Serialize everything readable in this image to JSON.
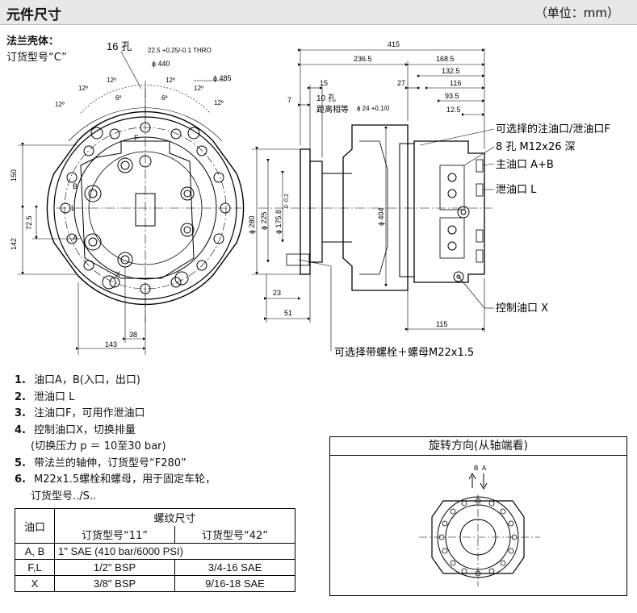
{
  "header": {
    "title": "元件尺寸",
    "unit": "（单位：mm）"
  },
  "section": {
    "title": "法兰壳体：",
    "order_type": "订货型号“C”"
  },
  "front_view": {
    "holes": "16 孔",
    "hole_dia": "22.5 +0.25/-0.1 THRO",
    "pcd": "ɸ 440",
    "outer_dia": "ɸ 485",
    "angle_12": "12º",
    "angle_6": "6º",
    "dim_150": "150",
    "dim_142": "142",
    "dim_72_5": "72.5",
    "dim_38": "38",
    "dim_143": "143",
    "label_f": "F",
    "label_b": "B",
    "label_l": "L",
    "label_a": "A",
    "label_x": "X"
  },
  "side_view": {
    "d415": "415",
    "d236_5": "236.5",
    "d168_5": "168.5",
    "d132_5": "132.5",
    "d116": "116",
    "d93_5": "93.5",
    "d12_5": "12.5",
    "d27": "27",
    "d15": "15",
    "d7": "7",
    "holes10": "10 孔",
    "equal_spacing": "距离相等",
    "d24": "ɸ 24 +0.1/0",
    "d280": "ɸ 280",
    "d225": "ɸ 225",
    "d175": "ɸ 175.8",
    "tol": "0 -0.2",
    "d404": "ɸ 404",
    "d23": "23",
    "d51": "51",
    "d115": "115"
  },
  "callouts": {
    "fill_drain": "可选择的注油口/泄油口F",
    "m12": "8 孔 M12x26 深",
    "main_port": "主油口 A+B",
    "drain_l": "泄油口 L",
    "control_x": "控制油口 X",
    "bolt_nut": "可选择带螺栓＋螺母M22x1.5"
  },
  "notes": [
    {
      "num": "1.",
      "text": "油口A，B(入口，出口)"
    },
    {
      "num": "2.",
      "text": "泄油口 L"
    },
    {
      "num": "3.",
      "text": "注油口F，可用作泄油口"
    },
    {
      "num": "4.",
      "text": "控制油口X，切换排量"
    },
    {
      "num": "",
      "text": "(切换压力 p ＝ 10至30 bar)"
    },
    {
      "num": "5.",
      "text": "带法兰的轴伸，订货型号“F280”"
    },
    {
      "num": "6.",
      "text": "M22x1.5螺栓和螺母，用于固定车轮，"
    },
    {
      "num": "",
      "text": "订货型号../S.."
    }
  ],
  "table": {
    "port_header": "油口",
    "thread_header": "螺纹尺寸",
    "col11": "订货型号“11”",
    "col42": "订货型号“42”",
    "rows": [
      {
        "port": "A, B",
        "v11": "1\" SAE (410 bar/6000 PSI)",
        "v42": ""
      },
      {
        "port": "F,L",
        "v11": "1/2\" BSP",
        "v42": "3/4-16 SAE"
      },
      {
        "port": "X",
        "v11": "3/8\" BSP",
        "v42": "9/16-18 SAE"
      }
    ]
  },
  "rotation": {
    "title": "旋转方向(从轴端看)",
    "b": "B",
    "a": "A"
  }
}
